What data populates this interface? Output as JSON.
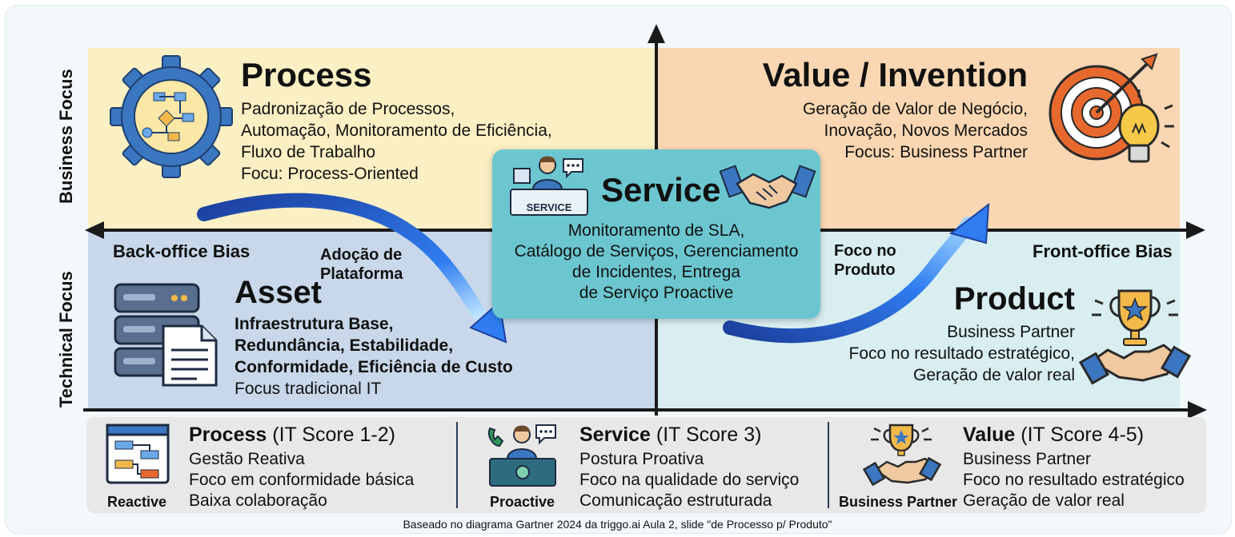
{
  "axes": {
    "y_top": "Business Focus",
    "y_bottom": "Technical Focus",
    "x_left": "Back-office Bias",
    "x_right": "Front-office Bias"
  },
  "quadrants": {
    "process": {
      "title": "Process",
      "lines": [
        "Padronização de Processos,",
        "Automação, Monitoramento de Eficiência,",
        "Fluxo de Trabalho",
        "Focu: Process-Oriented"
      ]
    },
    "value": {
      "title": "Value / Invention",
      "lines": [
        "Geração de Valor de Negócio,",
        "Inovação, Novos Mercados",
        "Focus: Business Partner"
      ]
    },
    "asset": {
      "title": "Asset",
      "lines_bold": [
        "Infraestrutura Base,",
        "Redundância, Estabilidade,",
        "Conformidade, Eficiência de Custo"
      ],
      "line_regular": "Focus tradicional IT"
    },
    "product": {
      "title": "Product",
      "lines": [
        "Business Partner",
        "Foco no resultado estratégico,",
        "Geração de valor real"
      ]
    },
    "service": {
      "title": "Service",
      "desk_label": "SERVICE",
      "lines": [
        "Monitoramento de SLA,",
        "Catálogo de Serviços, Gerenciamento",
        "de Incidentes, Entrega",
        "de Serviço Proactive"
      ]
    }
  },
  "callouts": {
    "left": [
      "Adoção de",
      "Plataforma"
    ],
    "right": [
      "Foco no",
      "Produto"
    ]
  },
  "maturity": [
    {
      "title": "Process",
      "score": " (IT Score 1-2)",
      "caption": "Reactive",
      "lines": [
        "Gestão Reativa",
        "Foco em conformidade básica",
        "Baixa colaboração"
      ],
      "icon": "flowchart-window-icon"
    },
    {
      "title": "Service",
      "score": " (IT Score 3)",
      "caption": "Proactive",
      "lines": [
        "Postura Proativa",
        "Foco na qualidade do serviço",
        "Comunicação estruturada"
      ],
      "icon": "service-desk-agent-icon"
    },
    {
      "title": "Value",
      "score": " (IT Score 4-5)",
      "caption": "Business Partner",
      "lines": [
        "Business Partner",
        "Foco no resultado estratégico",
        "Geração de valor real"
      ],
      "icon": "trophy-handshake-icon"
    }
  ],
  "footer": "Baseado no diagrama Gartner 2024 da triggo.ai  Aula 2, slide \"de Processo p/ Produto\"",
  "colors": {
    "process_bg": "#fbefc4",
    "value_bg": "#fad7b2",
    "asset_bg": "#c8d8ea",
    "product_bg": "#d8eef0",
    "service_bg": "#6cc6cf",
    "arrow_blue": "#1f5fd6",
    "axis": "#1a1a1a"
  }
}
